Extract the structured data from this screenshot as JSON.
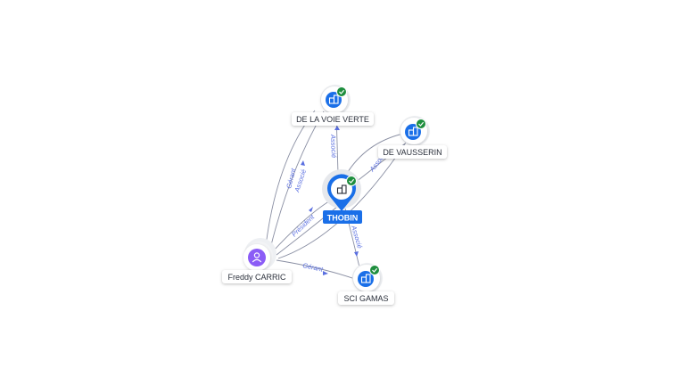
{
  "colors": {
    "company_blue": "#1a6fe8",
    "person_purple": "#8b5cf6",
    "verified_green": "#1e8e3e",
    "edge_label": "#5a6fe0"
  },
  "nodes": {
    "main": {
      "label": "THOBIN",
      "icon": "building-icon",
      "verified": true
    },
    "voie_verte": {
      "label": "DE LA VOIE VERTE",
      "icon": "building-icon",
      "verified": true
    },
    "vausserin": {
      "label": "DE VAUSSERIN",
      "icon": "building-icon",
      "verified": true
    },
    "gamas": {
      "label": "SCI GAMAS",
      "icon": "building-icon",
      "verified": true
    },
    "freddy": {
      "label": "Freddy CARRIC",
      "icon": "person-icon",
      "verified": false
    }
  },
  "edges": {
    "main_voie": "Associé",
    "main_vausserin": "Associé",
    "main_gamas": "Associé",
    "freddy_voie_gerant": "Gérant",
    "freddy_voie_associe": "Associé",
    "freddy_main": "Président",
    "freddy_gamas": "Gérant"
  }
}
